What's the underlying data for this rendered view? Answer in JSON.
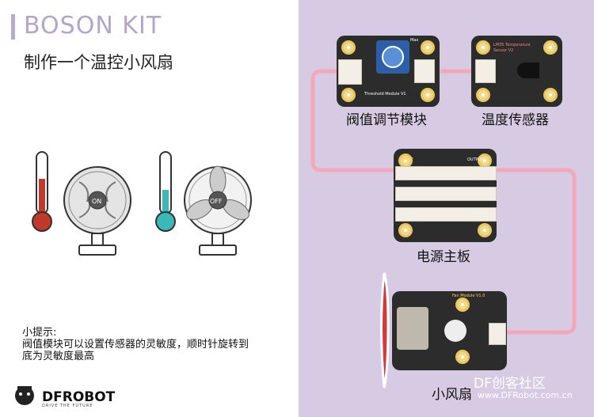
{
  "title": "BOSON KIT",
  "subtitle": "制作一个温控小风扇",
  "tip": {
    "heading": "小提示:",
    "line1": "阀值模块可以设置传感器的灵敏度，顺时针旋转到",
    "line2": "底为灵敏度最高"
  },
  "fans": {
    "on_label": "ON",
    "off_label": "OFF"
  },
  "modules": {
    "threshold": {
      "label": "阀值调节模块",
      "board_text": "Threshold Module V1",
      "max_text": "Max"
    },
    "temperature": {
      "label": "温度传感器",
      "board_text1": "LM35 Temperature",
      "board_text2": "Sensor V2"
    },
    "power": {
      "label": "电源主板",
      "input_text": "INPUT",
      "output_text": "OUTPUT"
    },
    "fan": {
      "label": "小风扇",
      "board_text": "Fan Module V1.0"
    }
  },
  "logo": {
    "name": "DFROBOT",
    "tagline": "DRIVE THE FUTURE"
  },
  "watermark": {
    "line1": "DF创客社区",
    "line2": "www.DFRobot.com.cn"
  },
  "colors": {
    "accent": "#b3a5cc",
    "panel": "#d6cbe3",
    "cable": "#f4a7b9",
    "board": "#2c2c2c",
    "hot": "#c0392b",
    "cold": "#3bb8b8"
  },
  "icons": [
    "thermometer-hot-icon",
    "thermometer-cold-icon",
    "fan-on-icon",
    "fan-off-icon",
    "dfrobot-logo-icon"
  ]
}
